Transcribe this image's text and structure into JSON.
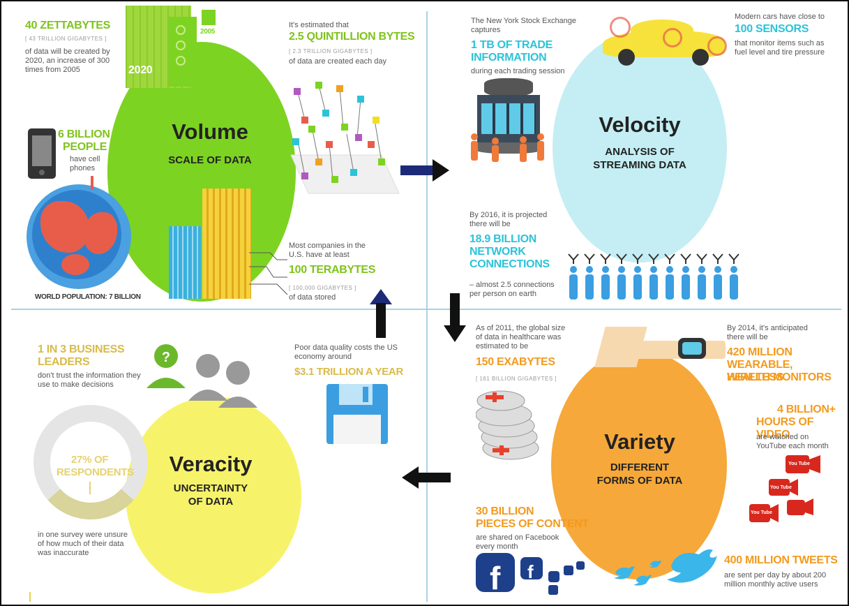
{
  "volume": {
    "title": "Volume",
    "subtitle": "SCALE OF DATA",
    "zettabytes": {
      "headline": "40 ZETTABYTES",
      "sub": "[ 43 TRILLION GIGABYTES ]",
      "text": "of data will be created by 2020, an increase of 300 times from 2005"
    },
    "people": {
      "headline1": "6 BILLION",
      "headline2": "PEOPLE",
      "text": "have cell phones"
    },
    "world": "WORLD POPULATION: 7 BILLION",
    "quintillion": {
      "intro": "It's estimated that",
      "headline": "2.5 QUINTILLION BYTES",
      "sub": "[ 2.3 TRILLION GIGABYTES ]",
      "text": "of data are created each day"
    },
    "terabytes": {
      "intro": "Most companies in the U.S. have at least",
      "headline": "100 TERABYTES",
      "sub": "[ 100,000 GIGABYTES ]",
      "text": "of data stored"
    },
    "year2005": "2005",
    "year2020": "2020"
  },
  "velocity": {
    "title": "Velocity",
    "subtitle1": "ANALYSIS OF",
    "subtitle2": "STREAMING DATA",
    "nyse": {
      "intro": "The New York Stock Exchange captures",
      "headline1": "1 TB OF TRADE",
      "headline2": "INFORMATION",
      "text": "during each trading session"
    },
    "cars": {
      "intro": "Modern cars have close to",
      "headline": "100 SENSORS",
      "text": "that monitor items such as fuel level and tire pressure"
    },
    "network": {
      "intro": "By 2016, it is projected there will be",
      "headline1": "18.9 BILLION",
      "headline2": "NETWORK",
      "headline3": "CONNECTIONS",
      "text": "– almost 2.5 connections per person on earth"
    }
  },
  "veracity": {
    "title": "Veracity",
    "subtitle1": "UNCERTAINTY",
    "subtitle2": "OF DATA",
    "leaders": {
      "headline1": "1 IN 3 BUSINESS",
      "headline2": "LEADERS",
      "text": "don't trust the information they use to make decisions"
    },
    "quality": {
      "intro": "Poor data quality costs the US economy around",
      "headline": "$3.1 TRILLION A YEAR"
    },
    "survey": {
      "headline1": "27% OF",
      "headline2": "RESPONDENTS",
      "text": "in one survey were unsure of how much of their data was inaccurate",
      "percent": 27
    }
  },
  "variety": {
    "title": "Variety",
    "subtitle1": "DIFFERENT",
    "subtitle2": "FORMS OF DATA",
    "healthcare": {
      "intro": "As of 2011, the global size of data in healthcare was estimated to be",
      "headline": "150 EXABYTES",
      "sub": "[ 161 BILLION GIGABYTES ]"
    },
    "wearables": {
      "intro": "By 2014, it's anticipated there will be",
      "headline1": "420 MILLION",
      "headline2": "WEARABLE, WIRELESS",
      "headline3": "HEALTH MONITORS"
    },
    "video": {
      "headline1": "4 BILLION+",
      "headline2": "HOURS OF VIDEO",
      "text": "are watched on YouTube each month"
    },
    "facebook": {
      "headline1": "30 BILLION",
      "headline2": "PIECES OF CONTENT",
      "text": "are shared on Facebook every month"
    },
    "tweets": {
      "headline": "400 MILLION TWEETS",
      "text": "are sent per day by about 200 million monthly active users"
    },
    "youtube_label": "You Tube"
  },
  "colors": {
    "volume": "#7dd321",
    "velocity": "#c4eef3",
    "veracity": "#f6f36a",
    "variety": "#f6a83a",
    "divider": "#a9d1e4"
  }
}
